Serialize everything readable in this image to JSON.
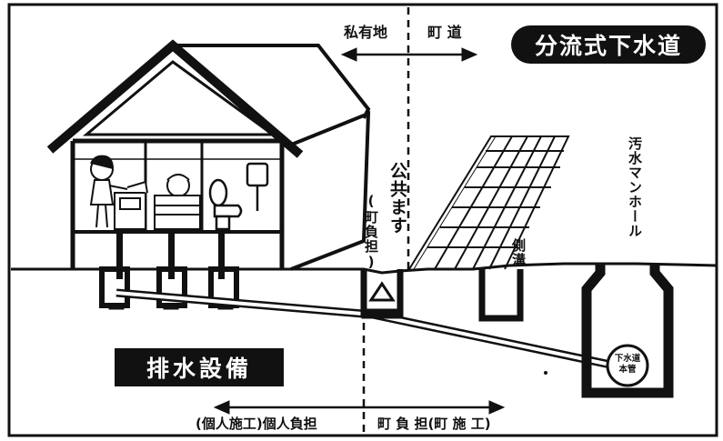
{
  "diagram": {
    "title": "分流式下水道",
    "private_land": "私有地",
    "town_road": "町 道",
    "drainage_facility": "排水設備",
    "public_basin": "公共ます",
    "town_burden_paren": "(町負担)",
    "side_ditch": "側溝",
    "sewage_manhole": "汚水マンホール",
    "main_pipe": "下水道本管",
    "bottom_left": "(個人施工)個人負担",
    "bottom_right": "町 負 担(町 施 工)"
  }
}
